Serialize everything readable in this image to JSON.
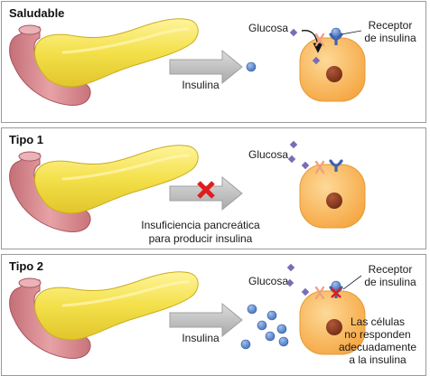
{
  "panels": [
    {
      "title": "Saludable",
      "glucose_label": "Glucosa",
      "receptor_label": [
        "Receptor",
        "de insulina"
      ],
      "arrow_label": [
        "Insulina"
      ],
      "cell_note": []
    },
    {
      "title": "Tipo 1",
      "glucose_label": "Glucosa",
      "receptor_label": [],
      "arrow_label": [
        "Insuficiencia pancreática",
        "para producir insulina"
      ],
      "cell_note": []
    },
    {
      "title": "Tipo 2",
      "glucose_label": "Glucosa",
      "receptor_label": [
        "Receptor",
        "de insulina"
      ],
      "arrow_label": [
        "Insulina"
      ],
      "cell_note": [
        "Las células",
        "no responden",
        "adecuadamente",
        "a la insulina"
      ]
    }
  ],
  "colors": {
    "pancreas_body": "#f3e04a",
    "pancreas_duodenum": "#d98a8f",
    "arrow": "#bdbdbd",
    "cell": "#f7b24c",
    "nucleus": "#8a3a1c",
    "insulin": "#5b86c9",
    "glucose": "#7a6cb5",
    "receptor": "#3f63b0",
    "receptor_channel": "#f0a080",
    "cross": "#e01e1e"
  },
  "icons": {
    "insulin_molecule": "blue-dot",
    "glucose_molecule": "purple-square",
    "block_mark": "red-x"
  }
}
